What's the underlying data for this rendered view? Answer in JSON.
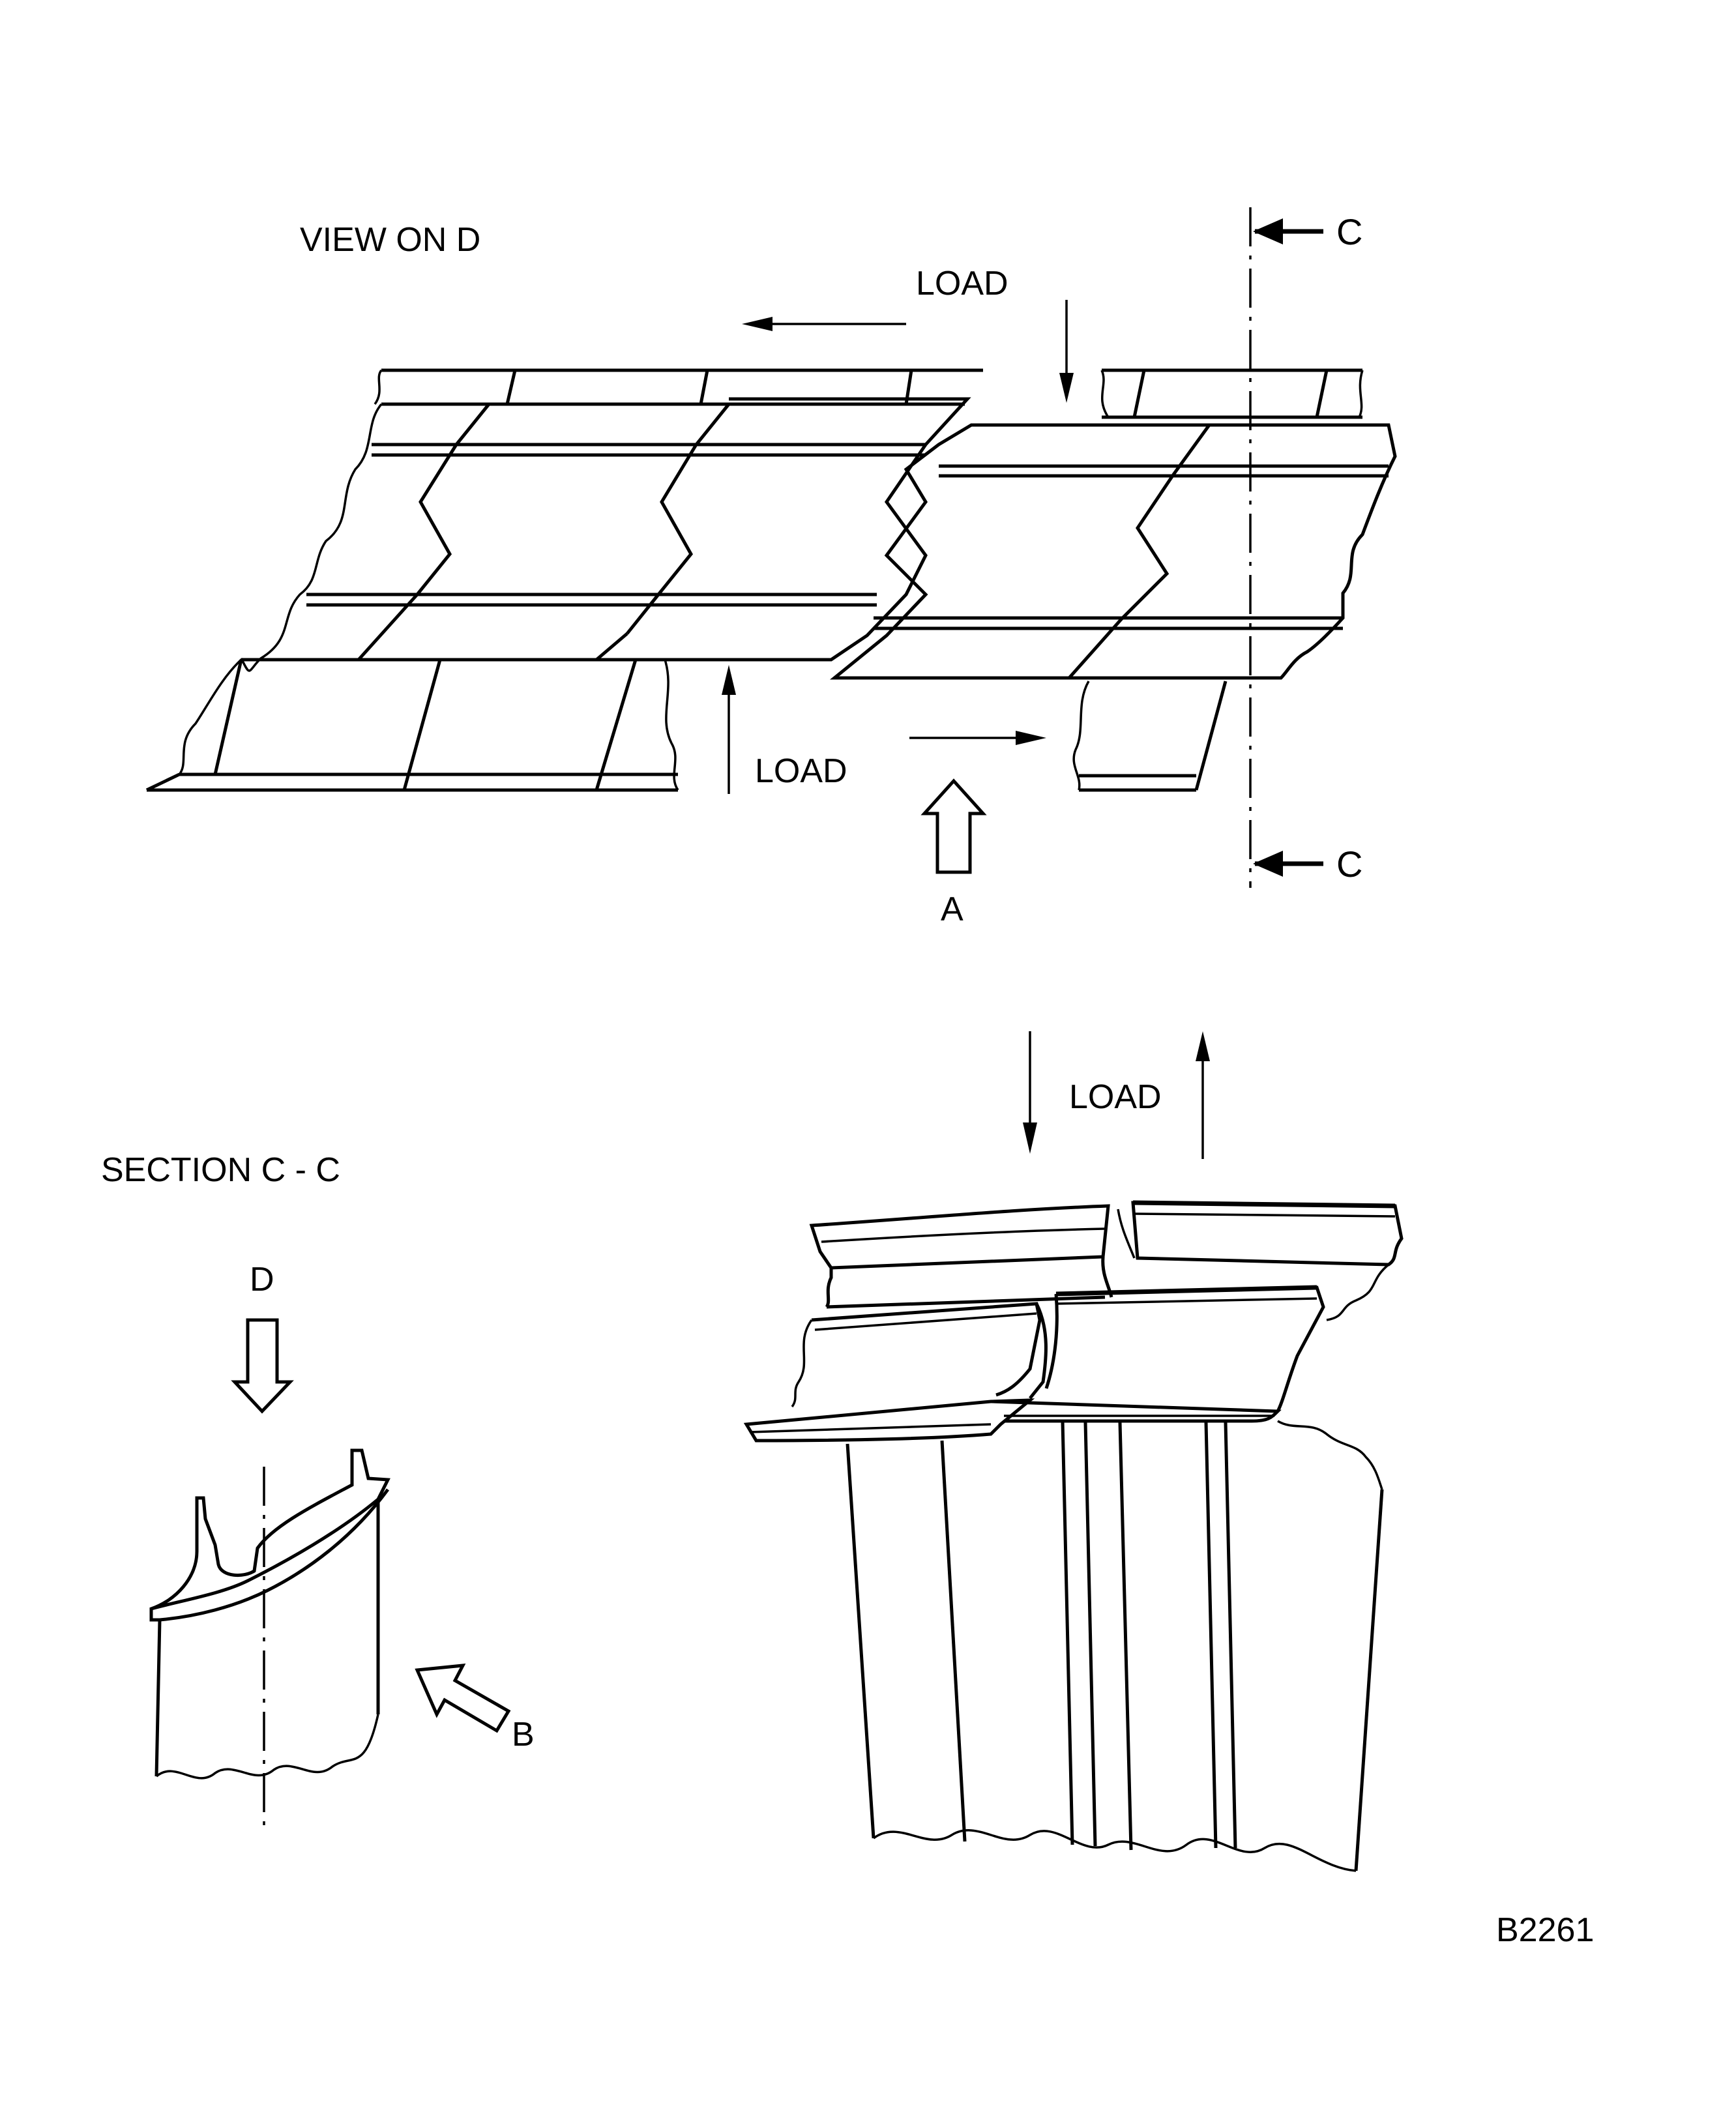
{
  "labels": {
    "view_on_d": "VIEW ON D",
    "load_top": "LOAD",
    "load_middle": "LOAD",
    "load_lower": "LOAD",
    "section_marker_top": "C",
    "section_marker_bottom": "C",
    "view_arrow_a": "A",
    "section_cc": "SECTION C - C",
    "view_arrow_d": "D",
    "view_arrow_b": "B",
    "figure_id": "B2261"
  },
  "colors": {
    "ink": "#000000",
    "paper": "#ffffff"
  }
}
